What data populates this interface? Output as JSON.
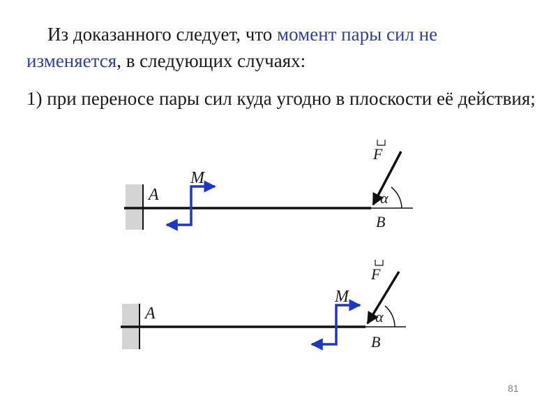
{
  "text": {
    "p1_a": "Из доказанного  следует, что ",
    "p1_hl_a": "момент пары сил не",
    "p1_hl_b": "изменяется",
    "p1_b": ", в следующих случаях:",
    "p2": "1) при переносе пары сил куда угодно в плоскости её действия;"
  },
  "figures": [
    {
      "label_a": "A",
      "label_m": "M",
      "label_f": "F",
      "label_b": "B",
      "label_alpha": "α"
    },
    {
      "label_a": "A",
      "label_m": "M",
      "label_f": "F",
      "label_b": "B",
      "label_alpha": "α"
    }
  ],
  "slide_number": "81",
  "colors": {
    "highlight": "#2f3fa8",
    "couple_arrow": "#1f36c9",
    "wall": "#d4d4d4"
  }
}
